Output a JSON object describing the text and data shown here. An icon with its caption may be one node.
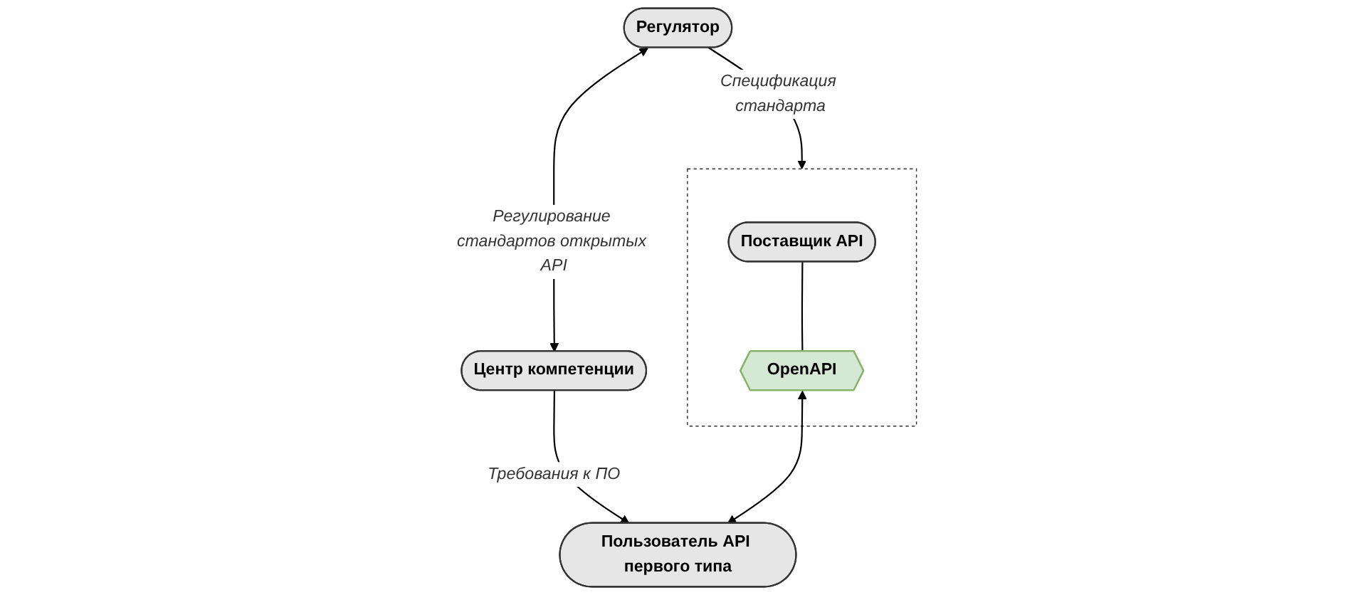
{
  "diagram": {
    "nodes": [
      {
        "text": [
          "Регулятор"
        ]
      },
      {
        "text": [
          "Центр компетенции"
        ]
      },
      {
        "text": [],
        "shape": "box"
      },
      {
        "text": [
          "Поставщик API"
        ],
        "in": 2
      },
      {
        "text": [
          "OpenAPI"
        ],
        "in": 2
      },
      {
        "text": [
          "Пользователь API первого типа"
        ]
      }
    ],
    "edges": [
      {
        "from": 0,
        "to": 1,
        "arrow": "both",
        "label": "Регулирование стандартов открытых API"
      },
      {
        "from": 0,
        "to": 2,
        "arrow": "to",
        "label": "Спецификация стандарта"
      },
      {
        "from": 1,
        "to": 5,
        "arrow": "to",
        "label": "Требования к ПО"
      },
      {
        "from": 3,
        "to": 4,
        "arrow": "none"
      },
      {
        "from": 4,
        "to": 5,
        "arrow": "both"
      }
    ]
  }
}
